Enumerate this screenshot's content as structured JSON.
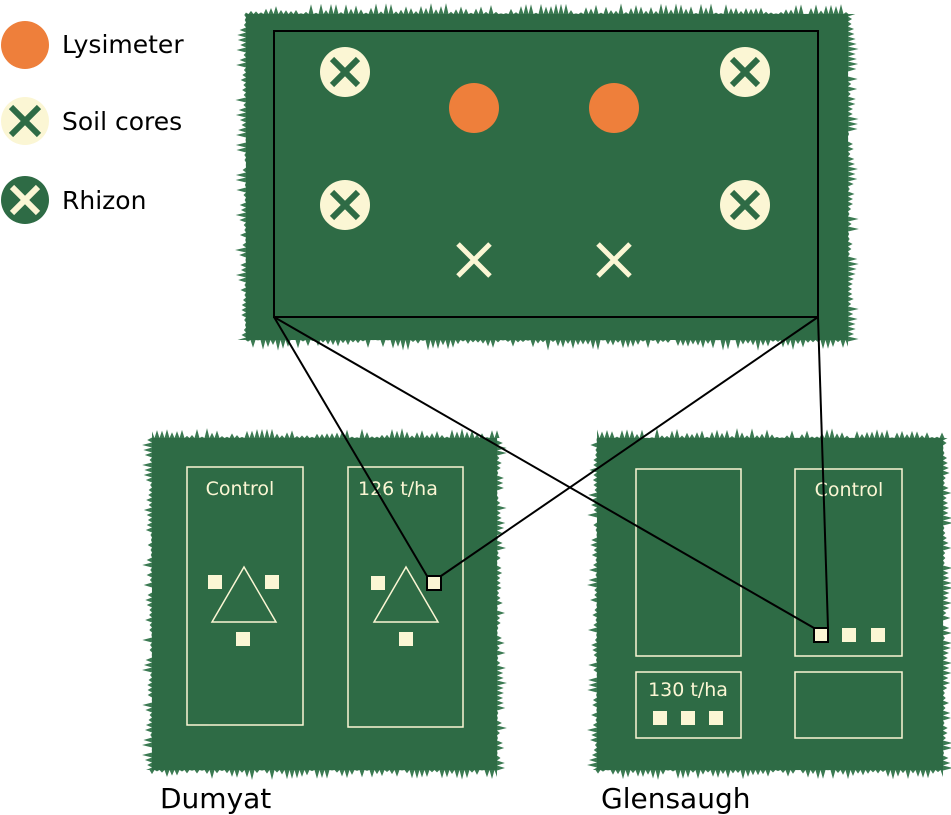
{
  "colors": {
    "field": "#2e6b45",
    "fringe": "#3b7a52",
    "cream": "#fbf6d4",
    "lysimeter": "#ee7f3b",
    "line": "#000000"
  },
  "legend": [
    {
      "icon": "lysimeter",
      "label": "Lysimeter"
    },
    {
      "icon": "soil-core",
      "label": "Soil cores"
    },
    {
      "icon": "rhizon",
      "label": "Rhizon"
    }
  ],
  "sites": {
    "dumyat": {
      "name": "Dumyat",
      "plot_control": "Control",
      "plot_treated": "126 t/ha"
    },
    "glensaugh": {
      "name": "Glensaugh",
      "plot_control": "Control",
      "plot_treated": "130 t/ha"
    }
  }
}
